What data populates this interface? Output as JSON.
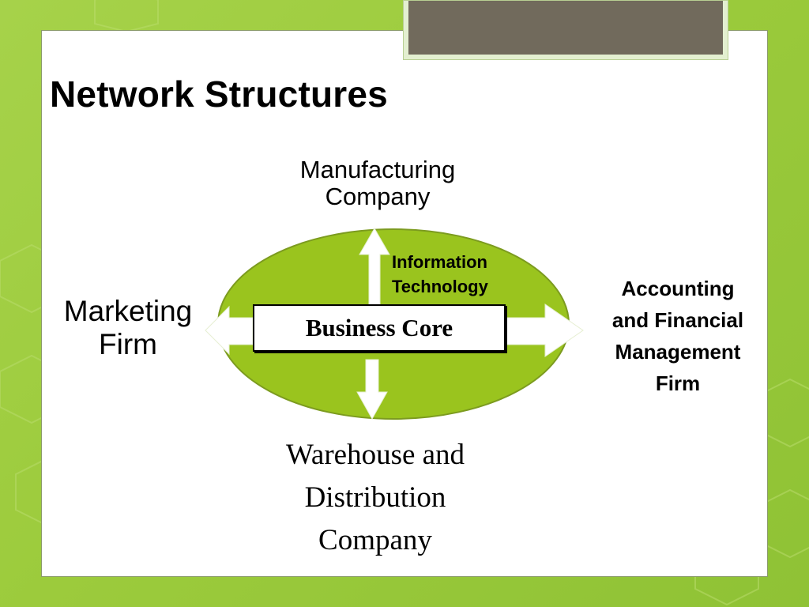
{
  "slide": {
    "title": "Network Structures"
  },
  "diagram": {
    "center": {
      "label": "Business Core",
      "shape_color": "#9ac41e",
      "shape_border": "#7c9b1f"
    },
    "inner_label": {
      "lines": [
        "Information",
        "Technology"
      ]
    },
    "nodes": {
      "top": {
        "lines": [
          "Manufacturing",
          "Company"
        ]
      },
      "left": {
        "lines": [
          "Marketing",
          "Firm"
        ]
      },
      "right": {
        "lines": [
          "Accounting",
          "and Financial",
          "Management",
          "Firm"
        ]
      },
      "bottom": {
        "lines": [
          "Warehouse and",
          "Distribution",
          "Company"
        ]
      }
    },
    "arrow_color": "#ffffff"
  },
  "theme": {
    "background": "#9ccb3c",
    "accent_tab": "#716a5c"
  }
}
